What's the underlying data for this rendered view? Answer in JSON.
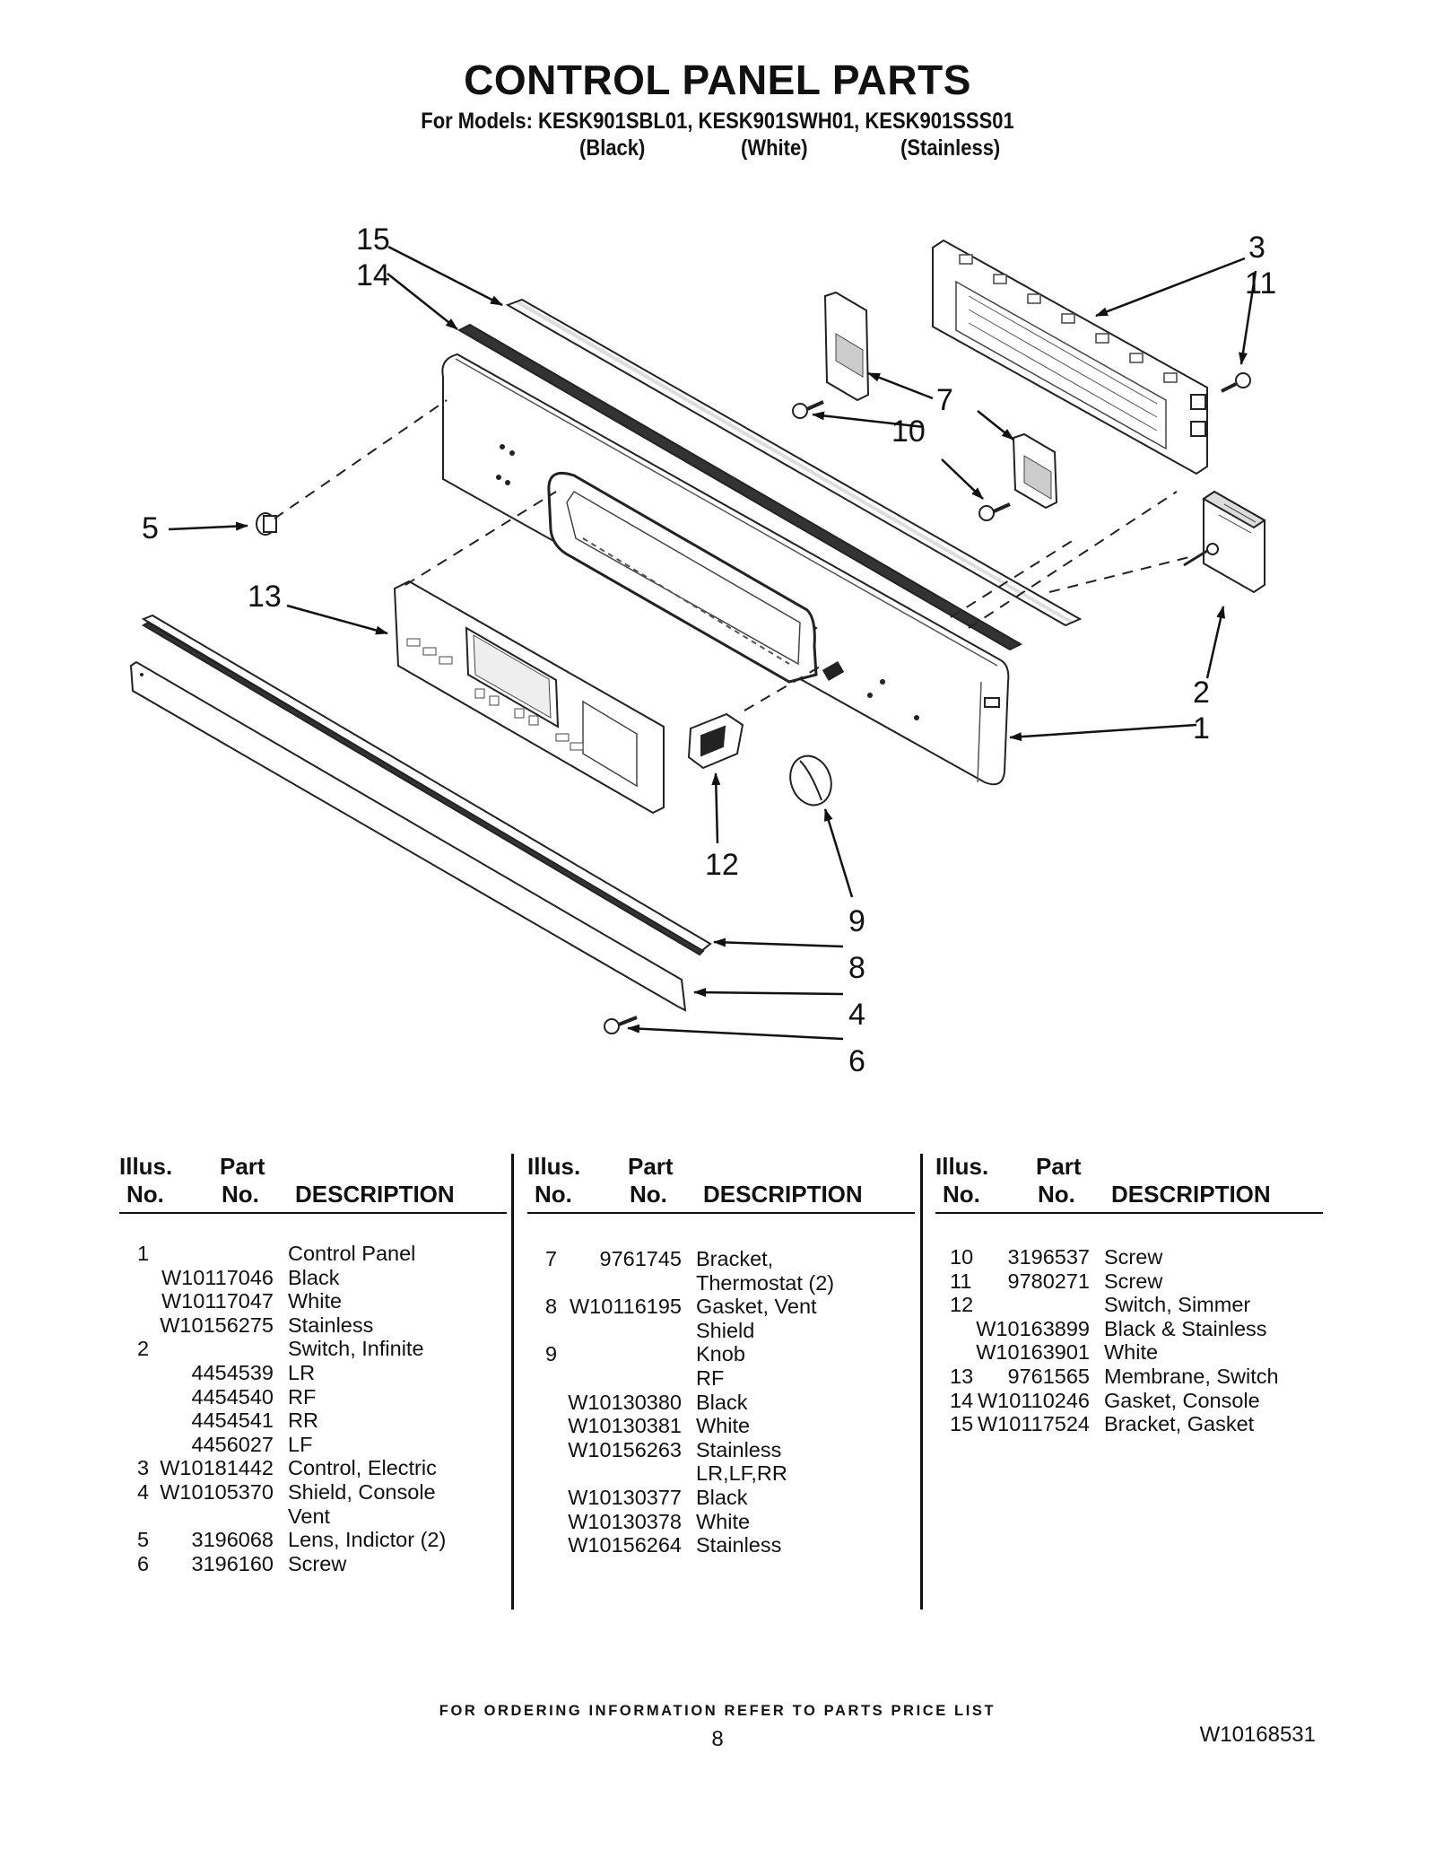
{
  "header": {
    "title": "CONTROL PANEL PARTS",
    "models": "For Models: KESK901SBL01, KESK901SWH01, KESK901SSS01",
    "finishes": [
      "(Black)",
      "(White)",
      "(Stainless)"
    ]
  },
  "diagram": {
    "callouts": [
      "1",
      "2",
      "3",
      "4",
      "5",
      "6",
      "7",
      "8",
      "9",
      "10",
      "11",
      "12",
      "13",
      "14",
      "15"
    ]
  },
  "table": {
    "headers": {
      "illus_1": "Illus.",
      "illus_2": "No.",
      "part_1": "Part",
      "part_2": "No.",
      "description": "DESCRIPTION"
    },
    "columns": [
      [
        [
          "1",
          "",
          "Control Panel"
        ],
        [
          "",
          "W10117046",
          "Black"
        ],
        [
          "",
          "W10117047",
          "White"
        ],
        [
          "",
          "W10156275",
          "Stainless"
        ],
        [
          "2",
          "",
          "Switch, Infinite"
        ],
        [
          "",
          "4454539",
          "LR"
        ],
        [
          "",
          "4454540",
          "RF"
        ],
        [
          "",
          "4454541",
          "RR"
        ],
        [
          "",
          "4456027",
          "LF"
        ],
        [
          "3",
          "W10181442",
          "Control, Electric"
        ],
        [
          "4",
          "W10105370",
          "Shield, Console"
        ],
        [
          "",
          "",
          "Vent"
        ],
        [
          "5",
          "3196068",
          "Lens, Indictor (2)"
        ],
        [
          "6",
          "3196160",
          "Screw"
        ]
      ],
      [
        [
          "7",
          "9761745",
          "Bracket,"
        ],
        [
          "",
          "",
          "Thermostat (2)"
        ],
        [
          "8",
          "W10116195",
          "Gasket, Vent"
        ],
        [
          "",
          "",
          "Shield"
        ],
        [
          "9",
          "",
          "Knob"
        ],
        [
          "",
          "",
          "RF"
        ],
        [
          "",
          "W10130380",
          "Black"
        ],
        [
          "",
          "W10130381",
          "White"
        ],
        [
          "",
          "W10156263",
          "Stainless"
        ],
        [
          "",
          "",
          "LR,LF,RR"
        ],
        [
          "",
          "W10130377",
          "Black"
        ],
        [
          "",
          "W10130378",
          "White"
        ],
        [
          "",
          "W10156264",
          "Stainless"
        ]
      ],
      [
        [
          "10",
          "3196537",
          "Screw"
        ],
        [
          "11",
          "9780271",
          "Screw"
        ],
        [
          "12",
          "",
          "Switch, Simmer"
        ],
        [
          "",
          "W10163899",
          "Black & Stainless"
        ],
        [
          "",
          "W10163901",
          "White"
        ],
        [
          "13",
          "9761565",
          "Membrane, Switch"
        ],
        [
          "14",
          "W10110246",
          "Gasket, Console"
        ],
        [
          "15",
          "W10117524",
          "Bracket, Gasket"
        ]
      ]
    ]
  },
  "footer": {
    "ordering": "FOR ORDERING INFORMATION REFER TO PARTS PRICE LIST",
    "page": "8",
    "doc_id": "W10168531"
  }
}
